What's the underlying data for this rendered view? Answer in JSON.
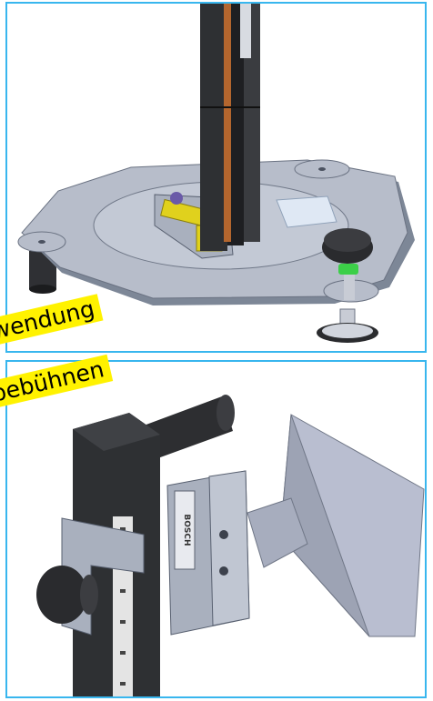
{
  "captions": {
    "line1": "wendung",
    "line2": "bebühnen"
  },
  "nameplate": {
    "brand": "BOSCH"
  },
  "colors": {
    "frame_border": "#38b6ee",
    "caption_highlight": "#fff200",
    "metal": "#a9b0be",
    "profile": "#2e3033"
  }
}
